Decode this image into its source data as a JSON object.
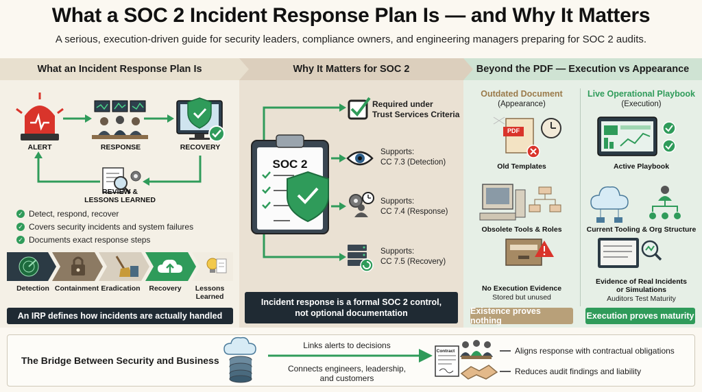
{
  "header": {
    "title": "What a SOC 2 Incident Response Plan Is — and Why It Matters",
    "subtitle": "A serious, execution-driven guide for security leaders, compliance owners, and engineering managers preparing for SOC 2 audits."
  },
  "left": {
    "heading": "What an Incident Response Plan Is",
    "cycle": {
      "alert": "ALERT",
      "response": "RESPONSE",
      "recovery": "RECOVERY",
      "review_line1": "REVIEW &",
      "review_line2": "LESSONS LEARNED"
    },
    "bullets": [
      "Detect, respond, recover",
      "Covers security incidents and system failures",
      "Documents exact response steps"
    ],
    "phases": [
      "Detection",
      "Containment",
      "Eradication",
      "Recovery",
      "Lessons Learned"
    ],
    "footer": "An IRP defines how incidents are actually handled"
  },
  "middle": {
    "heading": "Why It Matters for SOC 2",
    "clipboard_label": "SOC 2",
    "items": [
      {
        "line1": "Required under",
        "line2": "Trust Services Criteria"
      },
      {
        "line1": "Supports:",
        "line2": "CC 7.3 (Detection)"
      },
      {
        "line1": "Supports:",
        "line2": "CC 7.4 (Response)"
      },
      {
        "line1": "Supports:",
        "line2": "CC 7.5 (Recovery)"
      }
    ],
    "footer_line1": "Incident response is a formal SOC 2 control,",
    "footer_line2": "not optional documentation"
  },
  "right": {
    "heading": "Beyond the PDF — Execution vs Appearance",
    "outdated_title": "Outdated Document",
    "outdated_sub": "(Appearance)",
    "live_title": "Live Operational Playbook",
    "live_sub": "(Execution)",
    "pdf_text": "PDF",
    "old_templates": "Old Templates",
    "active_playbook": "Active Playbook",
    "obsolete": "Obsolete Tools & Roles",
    "current": "Current Tooling & Org Structure",
    "no_evidence": "No Execution Evidence",
    "stored_unused": "Stored but unused",
    "evidence_line1": "Evidence of Real Incidents",
    "evidence_line2": "or Simulations",
    "auditors": "Auditors Test Maturity",
    "existence": "Existence proves nothing",
    "execution": "Execution proves maturity"
  },
  "bottom": {
    "title": "The Bridge Between Security and Business",
    "links_alerts": "Links alerts to decisions",
    "connects_line1": "Connects engineers, leadership,",
    "connects_line2": "and customers",
    "contract_label": "Contract",
    "aligns": "Aligns response with contractual obligations",
    "reduces": "Reduces audit findings and liability"
  },
  "colors": {
    "green": "#2f9b5a",
    "dark": "#1f2a33",
    "tan": "#b8a079",
    "red": "#d9342b"
  }
}
